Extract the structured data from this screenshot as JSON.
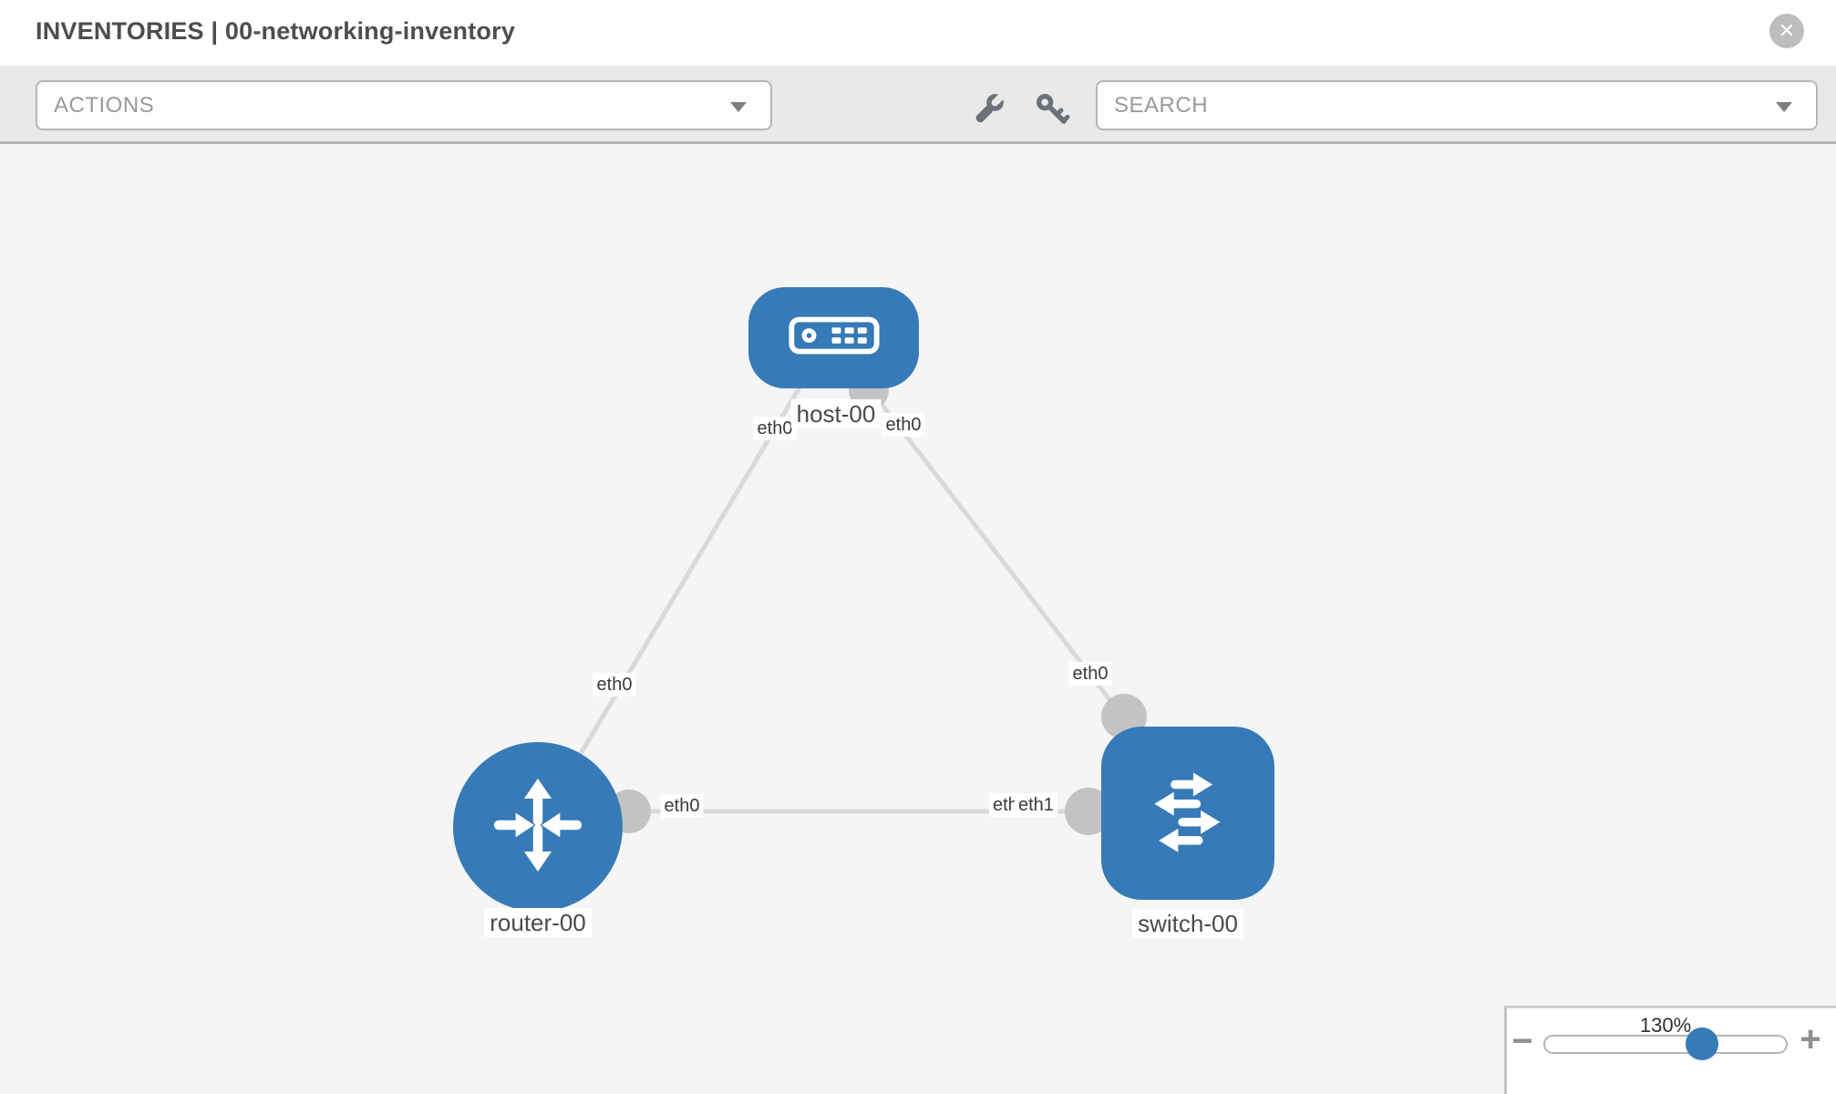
{
  "header": {
    "title": "INVENTORIES | 00-networking-inventory",
    "close_glyph": "✕"
  },
  "toolbar": {
    "actions": {
      "label": "ACTIONS"
    },
    "search": {
      "label": "SEARCH"
    },
    "icon_buttons": [
      "wrench-icon",
      "key-icon"
    ]
  },
  "topology": {
    "nodes": [
      {
        "id": "host-00",
        "label": "host-00",
        "type": "host"
      },
      {
        "id": "router-00",
        "label": "router-00",
        "type": "router"
      },
      {
        "id": "switch-00",
        "label": "switch-00",
        "type": "switch"
      }
    ],
    "links": [
      {
        "from": "host-00",
        "to": "router-00",
        "from_iface": "eth0",
        "to_iface": "eth0"
      },
      {
        "from": "host-00",
        "to": "switch-00",
        "from_iface": "eth0",
        "to_iface": "eth0"
      },
      {
        "from": "router-00",
        "to": "switch-00",
        "from_iface": "eth0",
        "to_iface": "eth1"
      }
    ],
    "interfaces": {
      "host_left": "eth0",
      "host_right": "eth0",
      "router_diag": "eth0",
      "switch_diag": "eth0",
      "router_horiz": "eth0",
      "switch_horiz_hidden": "eth0",
      "switch_horiz": "eth1"
    }
  },
  "zoom_control": {
    "level": "130%",
    "minus": "−",
    "plus": "+"
  },
  "colors": {
    "node_blue": "#367ab7",
    "link_gray": "#d9d9d9",
    "endpoint_gray": "#c3c3c3",
    "canvas_bg": "#f5f5f5",
    "toolbar_bg": "#e9e9e9"
  }
}
